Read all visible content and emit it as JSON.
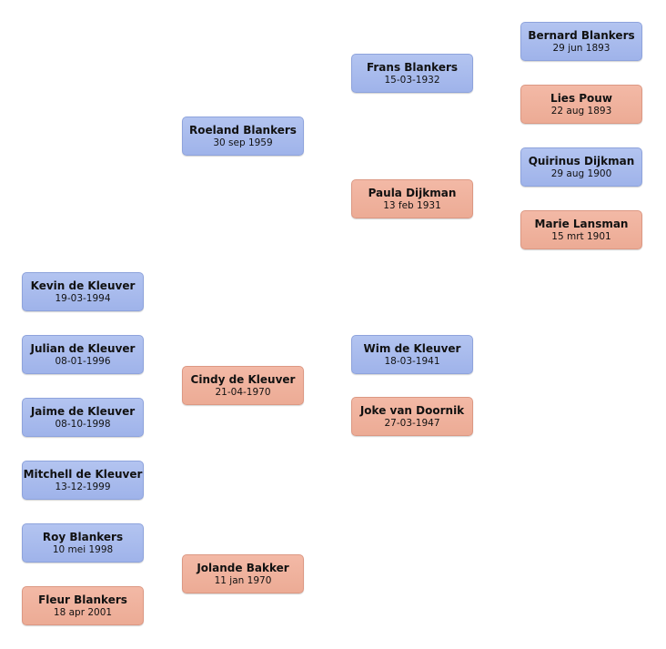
{
  "colors": {
    "male": "#a8bbee",
    "female": "#f0b29d"
  },
  "people": {
    "kevin": {
      "name": "Kevin de Kleuver",
      "date": "19-03-1994",
      "gender": "male"
    },
    "julian": {
      "name": "Julian de Kleuver",
      "date": "08-01-1996",
      "gender": "male"
    },
    "jaime": {
      "name": "Jaime de Kleuver",
      "date": "08-10-1998",
      "gender": "male"
    },
    "mitchell": {
      "name": "Mitchell de Kleuver",
      "date": "13-12-1999",
      "gender": "male"
    },
    "roy": {
      "name": "Roy Blankers",
      "date": "10 mei 1998",
      "gender": "male"
    },
    "fleur": {
      "name": "Fleur Blankers",
      "date": "18 apr 2001",
      "gender": "female"
    },
    "roeland": {
      "name": "Roeland Blankers",
      "date": "30 sep 1959",
      "gender": "male"
    },
    "cindy": {
      "name": "Cindy de Kleuver",
      "date": "21-04-1970",
      "gender": "female"
    },
    "jolande": {
      "name": "Jolande Bakker",
      "date": "11 jan 1970",
      "gender": "female"
    },
    "frans": {
      "name": "Frans Blankers",
      "date": "15-03-1932",
      "gender": "male"
    },
    "paula": {
      "name": "Paula Dijkman",
      "date": "13 feb 1931",
      "gender": "female"
    },
    "wim": {
      "name": "Wim de Kleuver",
      "date": "18-03-1941",
      "gender": "male"
    },
    "joke": {
      "name": "Joke van Doornik",
      "date": "27-03-1947",
      "gender": "female"
    },
    "bernard": {
      "name": "Bernard Blankers",
      "date": "29 jun 1893",
      "gender": "male"
    },
    "lies": {
      "name": "Lies Pouw",
      "date": "22 aug 1893",
      "gender": "female"
    },
    "quirinus": {
      "name": "Quirinus Dijkman",
      "date": "29 aug 1900",
      "gender": "male"
    },
    "marie": {
      "name": "Marie Lansman",
      "date": "15 mrt 1901",
      "gender": "female"
    }
  }
}
